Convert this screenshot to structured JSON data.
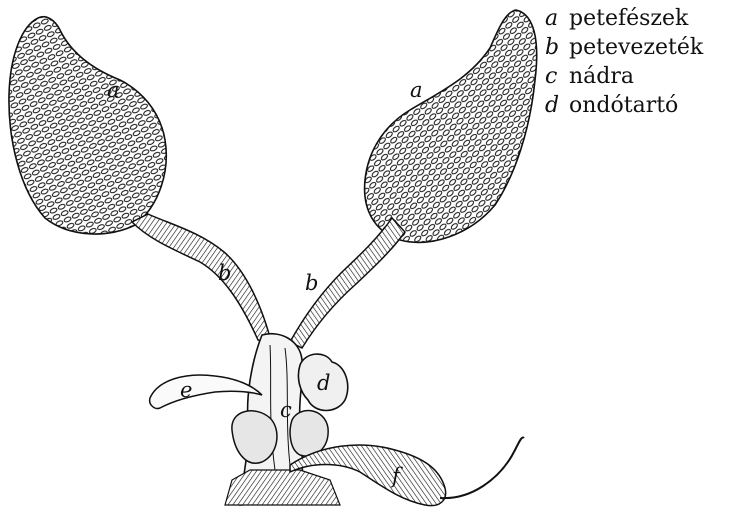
{
  "legend": [
    {
      "key": "a",
      "text": "petefészek"
    },
    {
      "key": "b",
      "text": "petevezeték"
    },
    {
      "key": "c",
      "text": "nádra"
    },
    {
      "key": "d",
      "text": "ondótartó"
    }
  ],
  "labels": {
    "a_left": "a",
    "a_right": "a",
    "b_left": "b",
    "b_right": "b",
    "c": "c",
    "d": "d",
    "e": "e",
    "f": "f"
  }
}
